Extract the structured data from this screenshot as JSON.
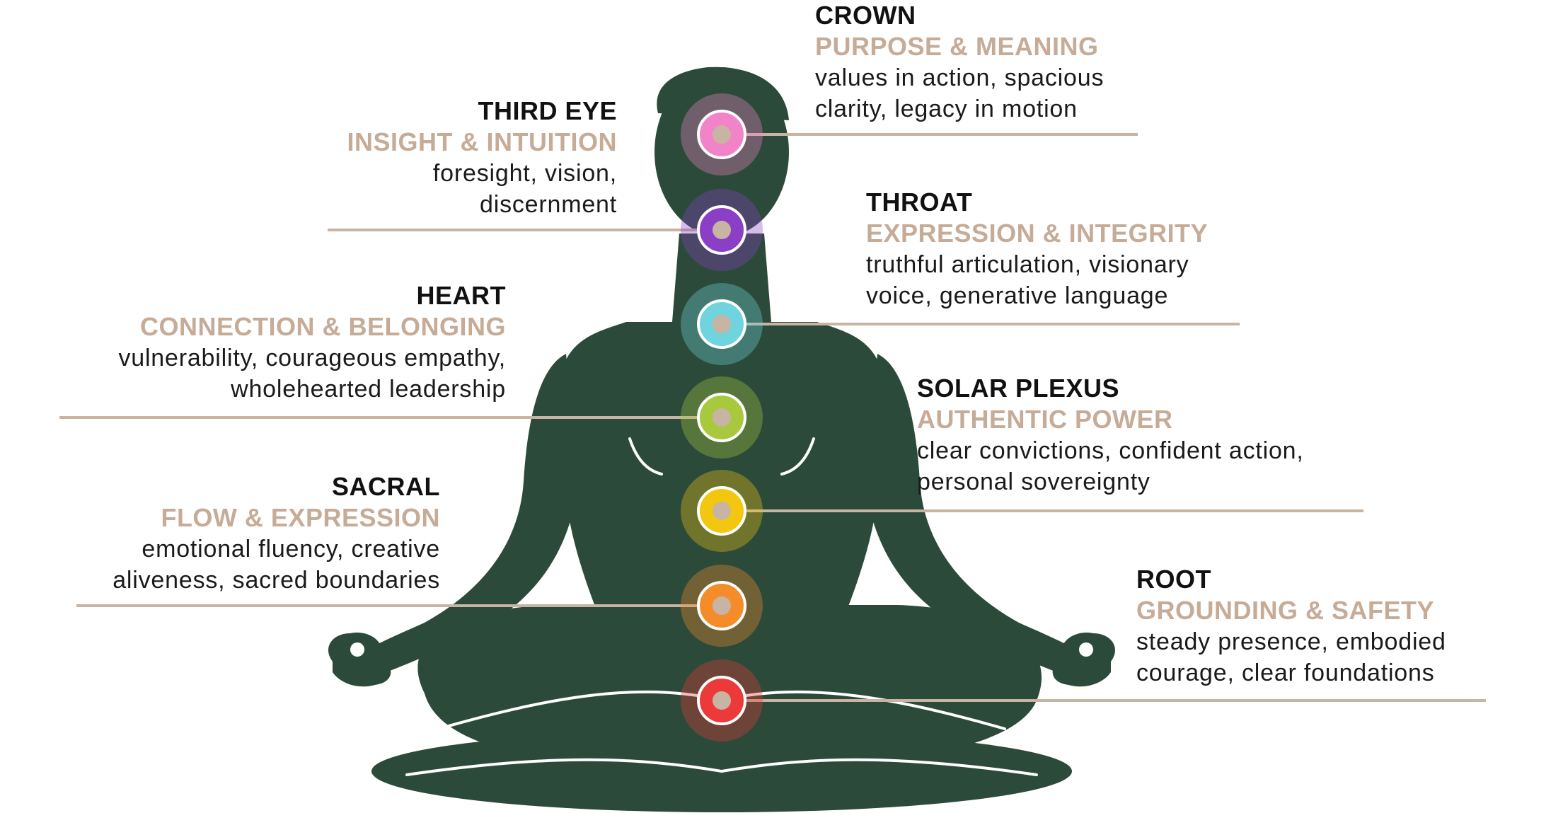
{
  "colors": {
    "figure": "#2c4a3a",
    "leader_line": "#c8b4a2",
    "theme_text": "#c6ab97",
    "center_dot": "#c8b4a2"
  },
  "chakras": [
    {
      "id": "crown",
      "name": "CROWN",
      "theme": "PURPOSE & MEANING",
      "desc": "values in action, spacious\nclarity, legacy in motion",
      "color": "#f283c8",
      "side": "right"
    },
    {
      "id": "third-eye",
      "name": "THIRD EYE",
      "theme": "INSIGHT & INTUITION",
      "desc": "foresight, vision,\ndiscernment",
      "color": "#8a3fc6",
      "side": "left"
    },
    {
      "id": "throat",
      "name": "THROAT",
      "theme": "EXPRESSION & INTEGRITY",
      "desc": "truthful articulation, visionary\nvoice, generative language",
      "color": "#6fd4dd",
      "side": "right"
    },
    {
      "id": "heart",
      "name": "HEART",
      "theme": "CONNECTION & BELONGING",
      "desc": "vulnerability, courageous empathy,\nwholehearted leadership",
      "color": "#a8c83e",
      "side": "left"
    },
    {
      "id": "solar-plexus",
      "name": "SOLAR PLEXUS",
      "theme": "AUTHENTIC POWER",
      "desc": "clear convictions, confident action,\npersonal sovereignty",
      "color": "#f3c710",
      "side": "right"
    },
    {
      "id": "sacral",
      "name": "SACRAL",
      "theme": "FLOW & EXPRESSION",
      "desc": "emotional fluency, creative\naliveness, sacred boundaries",
      "color": "#f58c2a",
      "side": "left"
    },
    {
      "id": "root",
      "name": "ROOT",
      "theme": "GROUNDING & SAFETY",
      "desc": "steady presence, embodied\ncourage, clear foundations",
      "color": "#ec3a3a",
      "side": "right"
    }
  ]
}
